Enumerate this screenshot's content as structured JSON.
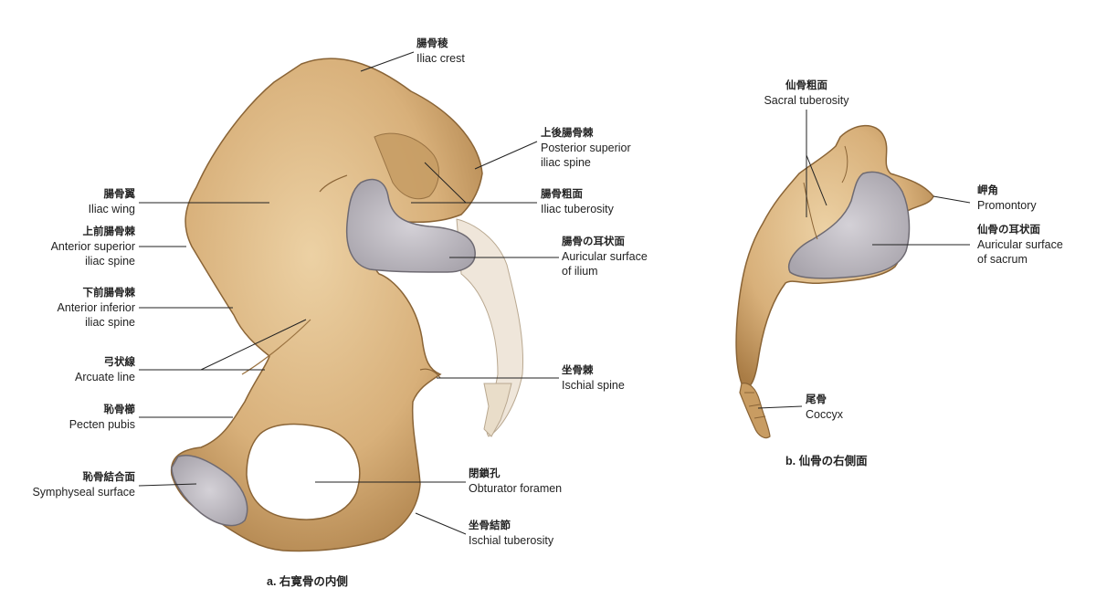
{
  "figure_a": {
    "caption": "a. 右寛骨の内側",
    "labels": {
      "iliac_crest": {
        "ja": "腸骨稜",
        "en": "Iliac crest"
      },
      "posterior_superior_iliac_spine": {
        "ja": "上後腸骨棘",
        "en1": "Posterior superior",
        "en2": "iliac spine"
      },
      "iliac_tuberosity": {
        "ja": "腸骨粗面",
        "en": "Iliac tuberosity"
      },
      "auricular_surface_ilium": {
        "ja": "腸骨の耳状面",
        "en1": "Auricular surface",
        "en2": "of ilium"
      },
      "ischial_spine": {
        "ja": "坐骨棘",
        "en": "Ischial spine"
      },
      "obturator_foramen": {
        "ja": "閉鎖孔",
        "en": "Obturator foramen"
      },
      "ischial_tuberosity": {
        "ja": "坐骨結節",
        "en": "Ischial tuberosity"
      },
      "iliac_wing": {
        "ja": "腸骨翼",
        "en": "Iliac wing"
      },
      "anterior_superior_iliac_spine": {
        "ja": "上前腸骨棘",
        "en1": "Anterior superior",
        "en2": "iliac spine"
      },
      "anterior_inferior_iliac_spine": {
        "ja": "下前腸骨棘",
        "en1": "Anterior inferior",
        "en2": "iliac spine"
      },
      "arcuate_line": {
        "ja": "弓状線",
        "en": "Arcuate line"
      },
      "pecten_pubis": {
        "ja": "恥骨櫛",
        "en": "Pecten pubis"
      },
      "symphyseal_surface": {
        "ja": "恥骨結合面",
        "en": "Symphyseal surface"
      }
    }
  },
  "figure_b": {
    "caption": "b. 仙骨の右側面",
    "labels": {
      "sacral_tuberosity": {
        "ja": "仙骨粗面",
        "en": "Sacral tuberosity"
      },
      "promontory": {
        "ja": "岬角",
        "en": "Promontory"
      },
      "auricular_surface_sacrum": {
        "ja": "仙骨の耳状面",
        "en1": "Auricular surface",
        "en2": "of sacrum"
      },
      "coccyx": {
        "ja": "尾骨",
        "en": "Coccyx"
      }
    }
  },
  "colors": {
    "bone": "#d8b07a",
    "bone_shadow": "#a97c45",
    "bone_highlight": "#ecd1a4",
    "cartilage_surface": "#c4c1c8",
    "sacrum_pale": "#efe6da",
    "leader_line": "#222222"
  }
}
